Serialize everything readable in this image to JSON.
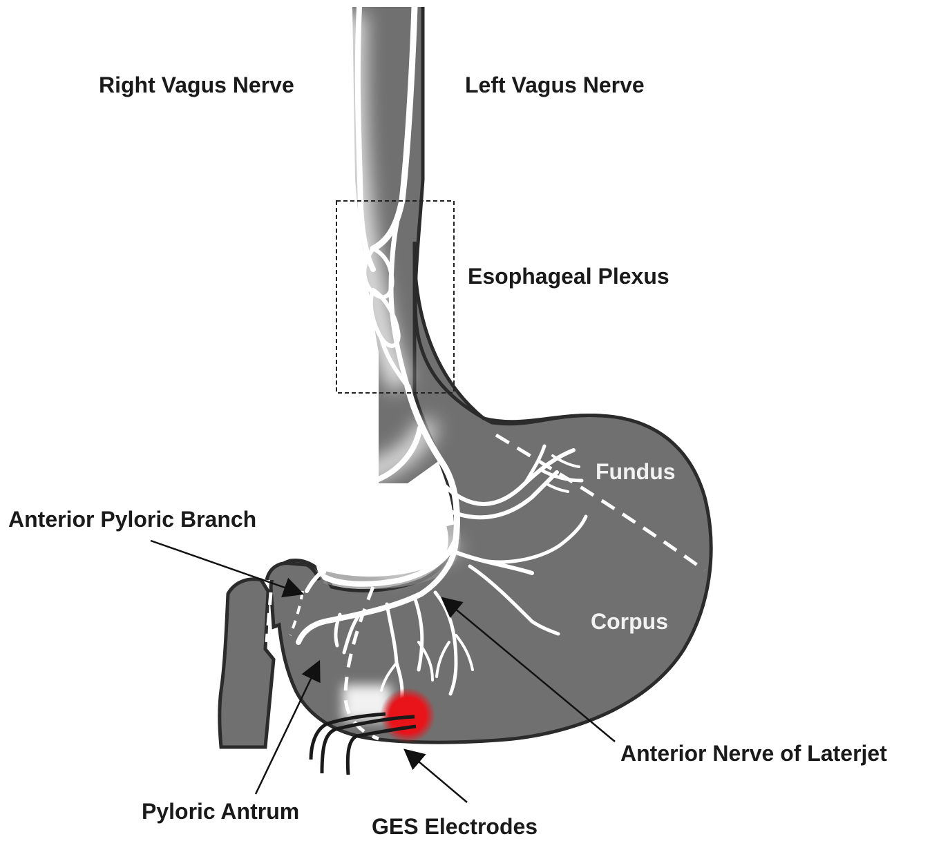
{
  "labels": {
    "right_vagus": "Right Vagus Nerve",
    "left_vagus": "Left Vagus Nerve",
    "esophageal_plexus": "Esophageal Plexus",
    "fundus": "Fundus",
    "anterior_pyloric_branch": "Anterior Pyloric Branch",
    "corpus": "Corpus",
    "anterior_nerve_laterjet": "Anterior Nerve of Laterjet",
    "pyloric_antrum": "Pyloric Antrum",
    "ges_electrodes": "GES Electrodes"
  },
  "colors": {
    "stomach_fill": "#707070",
    "outline": "#2b2b2b",
    "nerve": "#ffffff",
    "electrode_highlight": "#e8141a",
    "label_dark": "#1a1a1a",
    "label_light": "#f2f2f2"
  }
}
